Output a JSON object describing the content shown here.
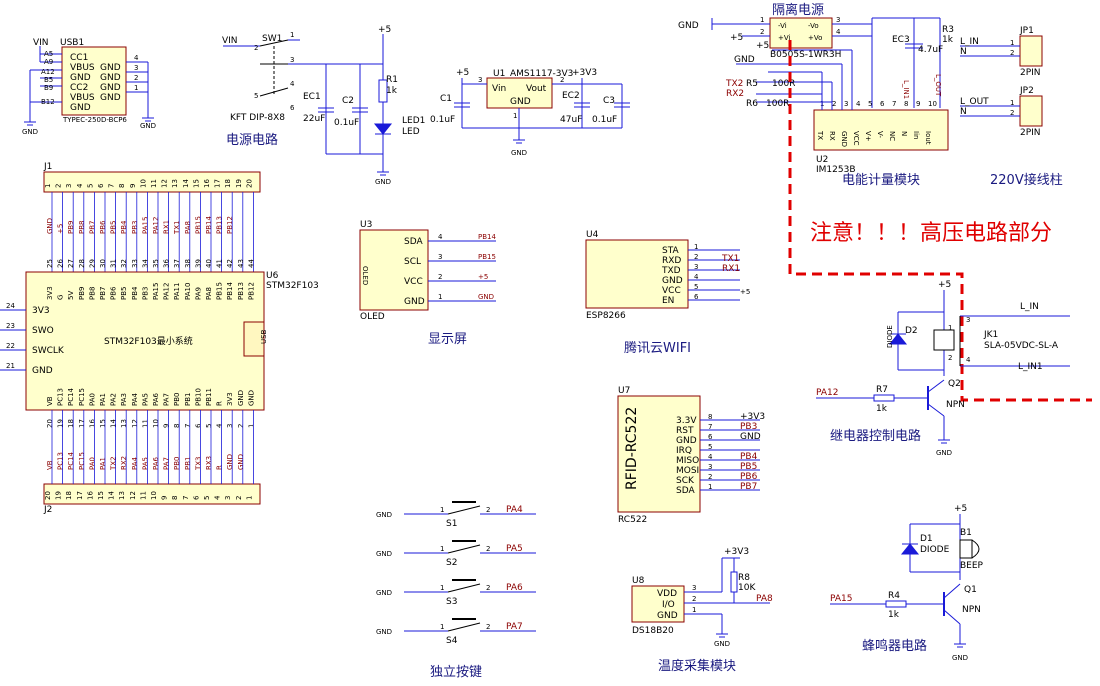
{
  "colors": {
    "wire": "#1a1ad8",
    "body": "#ffffcc",
    "outline": "#8b0000",
    "label": "#000000",
    "net": "#8b0000",
    "title": "#1a1a80",
    "warning": "#e00000"
  },
  "titles": {
    "power": "电源电路",
    "display": "显示屏",
    "wifi": "腾讯云WIFI",
    "energy": "电能计量模块",
    "terminal": "220V接线柱",
    "relay": "继电器控制电路",
    "buzzer": "蜂鸣器电路",
    "keys": "独立按键",
    "temp": "温度采集模块"
  },
  "warning": "注意！！！高压电路部分",
  "usb": {
    "ref": "USB1",
    "part": "TYPEC-250D-BCP6",
    "net_in": "VIN",
    "pins_left": [
      "A5",
      "A9",
      "A12",
      "B5",
      "B9",
      "B12"
    ],
    "sigs": [
      "CC1",
      "VBUS",
      "GND",
      "CC2",
      "VBUS",
      "GND"
    ],
    "sigs_r": [
      "GND",
      "GND",
      "GND",
      "GND"
    ],
    "nums_r": [
      "4",
      "3",
      "2",
      "1"
    ],
    "gnd": "GND"
  },
  "sw1": {
    "ref": "SW1",
    "part": "KFT DIP-8X8",
    "net": "VIN",
    "pins": [
      "1",
      "2",
      "3",
      "4",
      "5",
      "6"
    ]
  },
  "power_parts": {
    "ec1": "EC1",
    "ec1v": "22uF",
    "c2": "C2",
    "c2v": "0.1uF",
    "r1": "R1",
    "r1v": "1k",
    "led1": "LED1",
    "led1v": "LED",
    "p5": "+5",
    "gnd": "GND"
  },
  "ldo": {
    "ref": "U1",
    "part": "AMS1117-3V3",
    "vin": "Vin",
    "vout": "Vout",
    "gnd": "GND",
    "p5": "+5",
    "p33": "+3V3",
    "c1": "C1",
    "c1v": "0.1uF",
    "ec2": "EC2",
    "ec2v": "47uF",
    "c3": "C3",
    "c3v": "0.1uF",
    "n3": "3",
    "n2": "2",
    "n1": "1"
  },
  "iso": {
    "ref": "B0505S-1WR3H",
    "gnd": "GND",
    "p5": "+5",
    "pins": [
      "-Vi",
      "+Vi",
      "-Vo",
      "+Vo"
    ],
    "nums": [
      "1",
      "2",
      "3",
      "4"
    ],
    "title": "隔离电源",
    "ec3": "EC3",
    "ec3v": "4.7uF",
    "r3": "R3",
    "r3v": "1k"
  },
  "im": {
    "ref": "U2",
    "part": "IM1253B",
    "pins": [
      "TX",
      "RX",
      "GND",
      "VCC",
      "V+",
      "V-",
      "NC",
      "N",
      "Iin",
      "Iout"
    ],
    "nums": [
      "1",
      "2",
      "3",
      "4",
      "5",
      "6",
      "7",
      "8",
      "9",
      "10"
    ],
    "tx2": "TX2",
    "rx2": "RX2",
    "r5": "R5",
    "r5v": "100R",
    "r6": "R6",
    "r6v": "100R",
    "gnd": "GND",
    "p5": "+5",
    "lin1": "L_IN1",
    "lout": "L_OUT"
  },
  "jp": {
    "jp1": "JP1",
    "jp2": "JP2",
    "pin2": "2PIN",
    "lin": "L_IN",
    "lout": "L_OUT",
    "n": "N"
  },
  "j1": {
    "ref": "J1",
    "nums": [
      "1",
      "2",
      "3",
      "4",
      "5",
      "6",
      "7",
      "8",
      "9",
      "10",
      "11",
      "12",
      "13",
      "14",
      "15",
      "16",
      "17",
      "18",
      "19",
      "20"
    ],
    "nets": [
      "GND",
      "+5",
      "PB9",
      "PB8",
      "PB7",
      "PB6",
      "PB5",
      "PB4",
      "PB3",
      "PA15",
      "PA12",
      "RX1",
      "TX1",
      "PA8",
      "PB15",
      "PB14",
      "PB13",
      "PB12"
    ]
  },
  "j2": {
    "ref": "J2",
    "nums": [
      "20",
      "19",
      "18",
      "17",
      "16",
      "15",
      "14",
      "13",
      "12",
      "11",
      "10",
      "9",
      "8",
      "7",
      "6",
      "5",
      "4",
      "3",
      "2",
      "1"
    ],
    "nets": [
      "VB",
      "PC13",
      "PC14",
      "PC15",
      "PA0",
      "PA1",
      "TX2",
      "RX2",
      "PA4",
      "PA5",
      "PA6",
      "PA7",
      "PB0",
      "PB1",
      "TX3",
      "RX3",
      "R",
      "GND",
      "GND"
    ]
  },
  "mcu": {
    "ref": "U6",
    "part": "STM32F103",
    "center": "STM32F103最小系统",
    "usb": "USB",
    "left": [
      {
        "n": "24",
        "s": "3V3"
      },
      {
        "n": "23",
        "s": "SWO"
      },
      {
        "n": "22",
        "s": "SWCLK"
      },
      {
        "n": "21",
        "s": "GND"
      }
    ],
    "top": [
      "3V3",
      "G",
      "5V",
      "PB9",
      "PB8",
      "PB7",
      "PB6",
      "PB5",
      "PB4",
      "PB3",
      "PA15",
      "PA12",
      "PA11",
      "PA10",
      "PA9",
      "PA8",
      "PB15",
      "PB14",
      "PB13",
      "PB12"
    ],
    "topnum": [
      "25",
      "26",
      "27",
      "28",
      "29",
      "30",
      "31",
      "32",
      "33",
      "34",
      "35",
      "36",
      "37",
      "38",
      "39",
      "40",
      "41",
      "42",
      "43",
      "44"
    ],
    "bot": [
      "VB",
      "PC13",
      "PC14",
      "PC15",
      "PA0",
      "PA1",
      "PA2",
      "PA3",
      "PA4",
      "PA5",
      "PA6",
      "PA7",
      "PB0",
      "PB1",
      "PB10",
      "PB11",
      "R",
      "3V3",
      "GND",
      "GND"
    ],
    "botnum": [
      "20",
      "19",
      "18",
      "17",
      "16",
      "15",
      "14",
      "13",
      "12",
      "11",
      "10",
      "9",
      "8",
      "7",
      "6",
      "5",
      "4",
      "3",
      "2",
      "1"
    ]
  },
  "oled": {
    "ref": "U3",
    "part": "OLED",
    "lbl": "OLED",
    "pins": [
      "SDA",
      "SCL",
      "VCC",
      "GND"
    ],
    "nums": [
      "4",
      "3",
      "2",
      "1"
    ],
    "nets": [
      "PB14",
      "PB15",
      "+5",
      "GND"
    ]
  },
  "esp": {
    "ref": "U4",
    "part": "ESP8266",
    "pins": [
      "STA",
      "RXD",
      "TXD",
      "GND",
      "VCC",
      "EN"
    ],
    "nums": [
      "1",
      "2",
      "3",
      "4",
      "5",
      "6"
    ],
    "nets": [
      "TX1",
      "RX1",
      "+5",
      "GND"
    ]
  },
  "rfid": {
    "ref": "U7",
    "part": "RC522",
    "lbl": "RFID-RC522",
    "pins": [
      "3.3V",
      "RST",
      "GND",
      "IRQ",
      "MISO",
      "MOSI",
      "SCK",
      "SDA"
    ],
    "nums": [
      "8",
      "7",
      "6",
      "5",
      "4",
      "3",
      "2",
      "1"
    ],
    "nets": [
      "+3V3",
      "PB3",
      "GND",
      "",
      "PB4",
      "PB5",
      "PB6",
      "PB7"
    ]
  },
  "keys": {
    "items": [
      {
        "ref": "S1",
        "net": "PA4"
      },
      {
        "ref": "S2",
        "net": "PA5"
      },
      {
        "ref": "S3",
        "net": "PA6"
      },
      {
        "ref": "S4",
        "net": "PA7"
      }
    ],
    "gnd": "GND",
    "n1": "1",
    "n2": "2"
  },
  "ds": {
    "ref": "U8",
    "part": "DS18B20",
    "pins": [
      "VDD",
      "I/O",
      "GND"
    ],
    "nums": [
      "3",
      "2",
      "1"
    ],
    "p33": "+3V3",
    "r8": "R8",
    "r8v": "10K",
    "net": "PA8",
    "gnd": "GND"
  },
  "relay": {
    "ref": "JK1",
    "part": "SLA-05VDC-SL-A",
    "d2": "D2",
    "diode": "DIODE",
    "r7": "R7",
    "r7v": "1k",
    "q2": "Q2",
    "npn": "NPN",
    "net": "PA12",
    "p5": "+5",
    "gnd": "GND",
    "lin": "L_IN",
    "lin1": "L_IN1",
    "n1": "1",
    "n2": "2",
    "n3": "3",
    "n4": "4"
  },
  "buzz": {
    "d1": "D1",
    "diode": "DIODE",
    "b1": "B1",
    "beep": "BEEP",
    "q1": "Q1",
    "npn": "NPN",
    "r4": "R4",
    "r4v": "1k",
    "net": "PA15",
    "p5": "+5",
    "gnd": "GND"
  }
}
